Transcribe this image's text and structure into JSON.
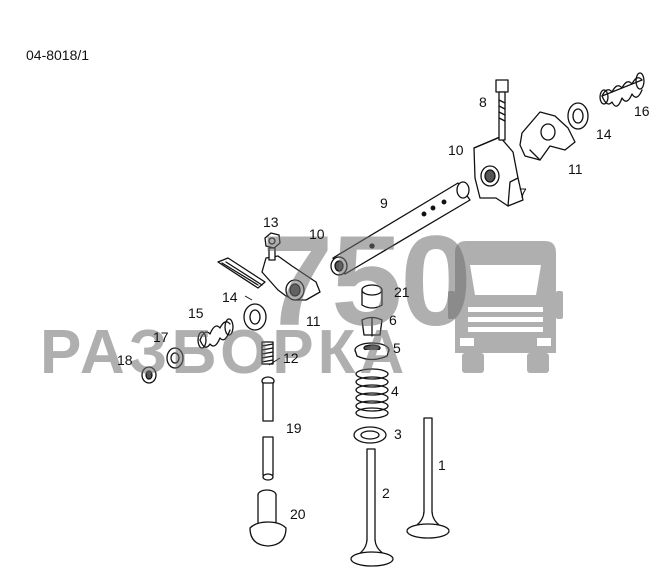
{
  "document": {
    "code": "04-8018/1"
  },
  "callouts": {
    "c1": "1",
    "c2": "2",
    "c3": "3",
    "c4": "4",
    "c5": "5",
    "c6": "6",
    "c7": "7",
    "c8": "8",
    "c9": "9",
    "c10a": "10",
    "c10b": "10",
    "c11a": "11",
    "c11b": "11",
    "c12": "12",
    "c13": "13",
    "c14a": "14",
    "c14b": "14",
    "c15": "15",
    "c16": "16",
    "c17": "17",
    "c18": "18",
    "c19": "19",
    "c20": "20",
    "c21": "21"
  },
  "watermark": {
    "number": "750",
    "word": "РАЗБОРКА",
    "icon": "truck-icon"
  },
  "colors": {
    "line": "#111111",
    "shade": "#555555",
    "watermark": "#777777",
    "background": "#ffffff"
  }
}
